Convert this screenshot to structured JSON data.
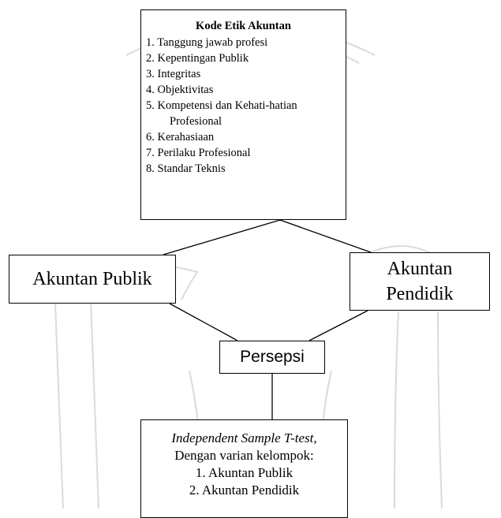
{
  "kode_etik": {
    "title": "Kode Etik Akuntan",
    "items": [
      "1. Tanggung jawab profesi",
      "2. Kepentingan Publik",
      "3. Integritas",
      "4. Objektivitas",
      "5. Kompetensi dan Kehati-hatian",
      "6. Kerahasiaan",
      "7. Perilaku Profesional",
      "8. Standar Teknis"
    ],
    "item5_continuation": "Profesional"
  },
  "akuntan_publik": {
    "label": "Akuntan Publik"
  },
  "akuntan_pendidik": {
    "line1": "Akuntan",
    "line2": "Pendidik"
  },
  "persepsi": {
    "label": "Persepsi"
  },
  "ttest": {
    "title": "Independent Sample T-test,",
    "subtitle": "Dengan varian kelompok:",
    "items": [
      "1. Akuntan Publik",
      "2. Akuntan Pendidik"
    ]
  },
  "colors": {
    "stroke": "#000000",
    "watermark": "#b3b3b3",
    "background": "#ffffff"
  }
}
